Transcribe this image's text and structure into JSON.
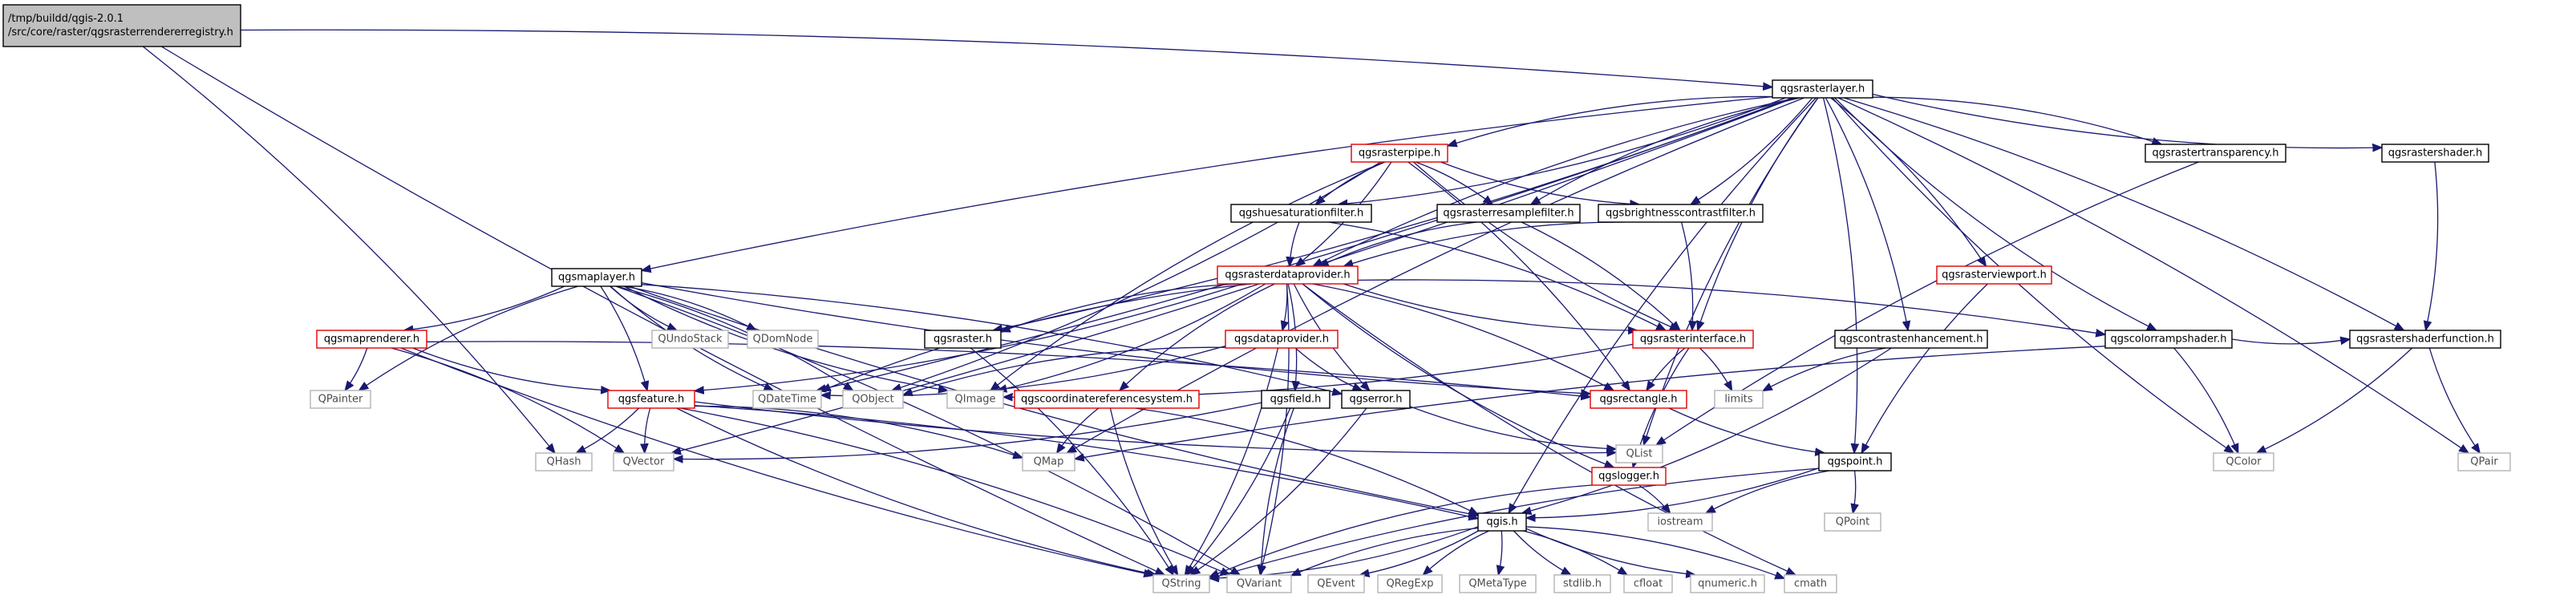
{
  "diagram": {
    "edge_color": "#191970",
    "nodes": [
      {
        "id": "root",
        "lines": [
          "/tmp/buildd/qgis-2.0.1",
          "/src/core/raster/qgsrasterrendererregistry.h"
        ],
        "style": "root"
      },
      {
        "id": "qgsrasterlayer",
        "lines": [
          "qgsrasterlayer.h"
        ],
        "style": "black"
      },
      {
        "id": "qgsrasterpipe",
        "lines": [
          "qgsrasterpipe.h"
        ],
        "style": "red"
      },
      {
        "id": "qgsrastertransparency",
        "lines": [
          "qgsrastertransparency.h"
        ],
        "style": "black"
      },
      {
        "id": "qgsrastershader",
        "lines": [
          "qgsrastershader.h"
        ],
        "style": "black"
      },
      {
        "id": "qgshuesaturationfilter",
        "lines": [
          "qgshuesaturationfilter.h"
        ],
        "style": "black"
      },
      {
        "id": "qgsrasterresamplefilter",
        "lines": [
          "qgsrasterresamplefilter.h"
        ],
        "style": "black"
      },
      {
        "id": "qgsbrightnesscontrastfilter",
        "lines": [
          "qgsbrightnesscontrastfilter.h"
        ],
        "style": "black"
      },
      {
        "id": "qgsrasterdataprovider",
        "lines": [
          "qgsrasterdataprovider.h"
        ],
        "style": "red"
      },
      {
        "id": "qgsrasterviewport",
        "lines": [
          "qgsrasterviewport.h"
        ],
        "style": "red"
      },
      {
        "id": "qgsmaplayer",
        "lines": [
          "qgsmaplayer.h"
        ],
        "style": "black"
      },
      {
        "id": "qgsmaprenderer",
        "lines": [
          "qgsmaprenderer.h"
        ],
        "style": "red"
      },
      {
        "id": "qgsraster",
        "lines": [
          "qgsraster.h"
        ],
        "style": "black"
      },
      {
        "id": "qgsdataprovider",
        "lines": [
          "qgsdataprovider.h"
        ],
        "style": "red"
      },
      {
        "id": "qgsrasterinterface",
        "lines": [
          "qgsrasterinterface.h"
        ],
        "style": "red"
      },
      {
        "id": "qgscontrastenhancement",
        "lines": [
          "qgscontrastenhancement.h"
        ],
        "style": "black"
      },
      {
        "id": "qgscolorrampshader",
        "lines": [
          "qgscolorrampshader.h"
        ],
        "style": "black"
      },
      {
        "id": "qgsrastershaderfunction",
        "lines": [
          "qgsrastershaderfunction.h"
        ],
        "style": "black"
      },
      {
        "id": "QUndoStack",
        "lines": [
          "QUndoStack"
        ],
        "style": "gray"
      },
      {
        "id": "QDomNode",
        "lines": [
          "QDomNode"
        ],
        "style": "gray"
      },
      {
        "id": "QPainter",
        "lines": [
          "QPainter"
        ],
        "style": "gray"
      },
      {
        "id": "qgsfeature",
        "lines": [
          "qgsfeature.h"
        ],
        "style": "red"
      },
      {
        "id": "QDateTime",
        "lines": [
          "QDateTime"
        ],
        "style": "gray"
      },
      {
        "id": "QObject",
        "lines": [
          "QObject"
        ],
        "style": "gray"
      },
      {
        "id": "QImage",
        "lines": [
          "QImage"
        ],
        "style": "gray"
      },
      {
        "id": "qgscoordinatereferencesystem",
        "lines": [
          "qgscoordinatereferencesystem.h"
        ],
        "style": "red"
      },
      {
        "id": "qgsfield",
        "lines": [
          "qgsfield.h"
        ],
        "style": "black"
      },
      {
        "id": "qgserror",
        "lines": [
          "qgserror.h"
        ],
        "style": "black"
      },
      {
        "id": "qgsrectangle",
        "lines": [
          "qgsrectangle.h"
        ],
        "style": "red"
      },
      {
        "id": "limits",
        "lines": [
          "limits"
        ],
        "style": "gray"
      },
      {
        "id": "QHash",
        "lines": [
          "QHash"
        ],
        "style": "gray"
      },
      {
        "id": "QVector",
        "lines": [
          "QVector"
        ],
        "style": "gray"
      },
      {
        "id": "QMap",
        "lines": [
          "QMap"
        ],
        "style": "gray"
      },
      {
        "id": "QList",
        "lines": [
          "QList"
        ],
        "style": "gray"
      },
      {
        "id": "qgslogger",
        "lines": [
          "qgslogger.h"
        ],
        "style": "red"
      },
      {
        "id": "qgspoint",
        "lines": [
          "qgspoint.h"
        ],
        "style": "black"
      },
      {
        "id": "QColor",
        "lines": [
          "QColor"
        ],
        "style": "gray"
      },
      {
        "id": "QPair",
        "lines": [
          "QPair"
        ],
        "style": "gray"
      },
      {
        "id": "iostream",
        "lines": [
          "iostream"
        ],
        "style": "gray"
      },
      {
        "id": "QPoint",
        "lines": [
          "QPoint"
        ],
        "style": "gray"
      },
      {
        "id": "qgis",
        "lines": [
          "qgis.h"
        ],
        "style": "black"
      },
      {
        "id": "QString",
        "lines": [
          "QString"
        ],
        "style": "gray"
      },
      {
        "id": "QVariant",
        "lines": [
          "QVariant"
        ],
        "style": "gray"
      },
      {
        "id": "QEvent",
        "lines": [
          "QEvent"
        ],
        "style": "gray"
      },
      {
        "id": "QRegExp",
        "lines": [
          "QRegExp"
        ],
        "style": "gray"
      },
      {
        "id": "QMetaType",
        "lines": [
          "QMetaType"
        ],
        "style": "gray"
      },
      {
        "id": "stdlib",
        "lines": [
          "stdlib.h"
        ],
        "style": "gray"
      },
      {
        "id": "cfloat",
        "lines": [
          "cfloat"
        ],
        "style": "gray"
      },
      {
        "id": "qnumeric",
        "lines": [
          "qnumeric.h"
        ],
        "style": "gray"
      },
      {
        "id": "cmath",
        "lines": [
          "cmath"
        ],
        "style": "gray"
      }
    ],
    "edges": [
      [
        "root",
        "qgsrasterlayer"
      ],
      [
        "root",
        "QString"
      ],
      [
        "root",
        "QHash"
      ],
      [
        "qgsrasterlayer",
        "qgsrasterpipe"
      ],
      [
        "qgsrasterlayer",
        "qgsrastertransparency"
      ],
      [
        "qgsrasterlayer",
        "qgsrastershader"
      ],
      [
        "qgsrasterlayer",
        "qgshuesaturationfilter"
      ],
      [
        "qgsrasterlayer",
        "qgsrasterresamplefilter"
      ],
      [
        "qgsrasterlayer",
        "qgsbrightnesscontrastfilter"
      ],
      [
        "qgsrasterlayer",
        "qgsrasterdataprovider"
      ],
      [
        "qgsrasterlayer",
        "qgsrasterviewport"
      ],
      [
        "qgsrasterlayer",
        "qgsmaplayer"
      ],
      [
        "qgsrasterlayer",
        "qgsraster"
      ],
      [
        "qgsrasterlayer",
        "qgsrasterinterface"
      ],
      [
        "qgsrasterlayer",
        "qgscontrastenhancement"
      ],
      [
        "qgsrasterlayer",
        "qgscolorrampshader"
      ],
      [
        "qgsrasterlayer",
        "qgsrastershaderfunction"
      ],
      [
        "qgsrasterlayer",
        "QColor"
      ],
      [
        "qgsrasterlayer",
        "QPair"
      ],
      [
        "qgsrasterlayer",
        "QList"
      ],
      [
        "qgsrasterlayer",
        "qgspoint"
      ],
      [
        "qgsrasterlayer",
        "qgis"
      ],
      [
        "qgsrasterlayer",
        "QDateTime"
      ],
      [
        "qgsrasterlayer",
        "QMap"
      ],
      [
        "qgsrasterlayer",
        "QVector"
      ],
      [
        "qgsrasterpipe",
        "qgshuesaturationfilter"
      ],
      [
        "qgsrasterpipe",
        "qgsrasterresamplefilter"
      ],
      [
        "qgsrasterpipe",
        "qgsbrightnesscontrastfilter"
      ],
      [
        "qgsrasterpipe",
        "qgsrasterdataprovider"
      ],
      [
        "qgsrasterpipe",
        "qgsrasterinterface"
      ],
      [
        "qgsrasterpipe",
        "qgsrectangle"
      ],
      [
        "qgsrasterpipe",
        "QImage"
      ],
      [
        "qgsrasterpipe",
        "QObject"
      ],
      [
        "qgsrastertransparency",
        "QList"
      ],
      [
        "qgsrastershader",
        "qgsrastershaderfunction"
      ],
      [
        "qgshuesaturationfilter",
        "qgsrasterdataprovider"
      ],
      [
        "qgshuesaturationfilter",
        "qgsrasterinterface"
      ],
      [
        "qgsrasterresamplefilter",
        "qgsrasterdataprovider"
      ],
      [
        "qgsrasterresamplefilter",
        "qgsrasterinterface"
      ],
      [
        "qgsbrightnesscontrastfilter",
        "qgsrasterdataprovider"
      ],
      [
        "qgsbrightnesscontrastfilter",
        "qgsrasterinterface"
      ],
      [
        "qgsrasterdataprovider",
        "qgsraster"
      ],
      [
        "qgsrasterdataprovider",
        "qgsdataprovider"
      ],
      [
        "qgsrasterdataprovider",
        "qgsrasterinterface"
      ],
      [
        "qgsrasterdataprovider",
        "qgscolorrampshader"
      ],
      [
        "qgsrasterdataprovider",
        "qgscoordinatereferencesystem"
      ],
      [
        "qgsrasterdataprovider",
        "qgsfield"
      ],
      [
        "qgsrasterdataprovider",
        "qgserror"
      ],
      [
        "qgsrasterdataprovider",
        "qgsrectangle"
      ],
      [
        "qgsrasterdataprovider",
        "qgslogger"
      ],
      [
        "qgsrasterdataprovider",
        "QImage"
      ],
      [
        "qgsrasterdataprovider",
        "QDateTime"
      ],
      [
        "qgsrasterdataprovider",
        "QVariant"
      ],
      [
        "qgsrasterdataprovider",
        "cmath"
      ],
      [
        "qgsrasterdataprovider",
        "qgsfeature"
      ],
      [
        "qgsrasterviewport",
        "qgspoint"
      ],
      [
        "qgsmaplayer",
        "qgsmaprenderer"
      ],
      [
        "qgsmaplayer",
        "QUndoStack"
      ],
      [
        "qgsmaplayer",
        "QDomNode"
      ],
      [
        "qgsmaplayer",
        "QPainter"
      ],
      [
        "qgsmaplayer",
        "qgsfeature"
      ],
      [
        "qgsmaplayer",
        "QDateTime"
      ],
      [
        "qgsmaplayer",
        "QObject"
      ],
      [
        "qgsmaplayer",
        "QImage"
      ],
      [
        "qgsmaplayer",
        "qgserror"
      ],
      [
        "qgsmaplayer",
        "qgsrectangle"
      ],
      [
        "qgsmaplayer",
        "QVariant"
      ],
      [
        "qgsmaplayer",
        "qgis"
      ],
      [
        "qgsmaprenderer",
        "QPainter"
      ],
      [
        "qgsmaprenderer",
        "qgsfeature"
      ],
      [
        "qgsmaprenderer",
        "QVector"
      ],
      [
        "qgsmaprenderer",
        "QMutex"
      ],
      [
        "qgsmaprenderer",
        "qgsrectangle"
      ],
      [
        "qgsmaprenderer",
        "QString"
      ],
      [
        "qgsraster",
        "QString"
      ],
      [
        "qgsdataprovider",
        "QObject"
      ],
      [
        "qgsdataprovider",
        "QDateTime"
      ],
      [
        "qgsdataprovider",
        "qgserror"
      ],
      [
        "qgsdataprovider",
        "QString"
      ],
      [
        "qgsrasterinterface",
        "qgsrectangle"
      ],
      [
        "qgsrasterinterface",
        "limits"
      ],
      [
        "qgsrasterinterface",
        "qgslogger"
      ],
      [
        "qgsrasterinterface",
        "QImage"
      ],
      [
        "qgscontrastenhancement",
        "limits"
      ],
      [
        "qgscontrastenhancement",
        "qgis"
      ],
      [
        "qgscolorrampshader",
        "qgsrastershaderfunction"
      ],
      [
        "qgscolorrampshader",
        "QColor"
      ],
      [
        "qgscolorrampshader",
        "QMap"
      ],
      [
        "qgsrastershaderfunction",
        "QColor"
      ],
      [
        "qgsrastershaderfunction",
        "QPair"
      ],
      [
        "qgsfeature",
        "QHash"
      ],
      [
        "qgsfeature",
        "QVector"
      ],
      [
        "qgsfeature",
        "QMap"
      ],
      [
        "qgsfeature",
        "QList"
      ],
      [
        "qgsfeature",
        "qgis"
      ],
      [
        "qgsfeature",
        "QString"
      ],
      [
        "qgsfeature",
        "QVariant"
      ],
      [
        "qgscoordinatereferencesystem",
        "QMap"
      ],
      [
        "qgscoordinatereferencesystem",
        "qgis"
      ],
      [
        "qgscoordinatereferencesystem",
        "QString"
      ],
      [
        "qgsfield",
        "QString"
      ],
      [
        "qgsfield",
        "QVariant"
      ],
      [
        "qgsfield",
        "QVector"
      ],
      [
        "qgserror",
        "QList"
      ],
      [
        "qgserror",
        "QString"
      ],
      [
        "qgsrectangle",
        "qgspoint"
      ],
      [
        "qgslogger",
        "iostream"
      ],
      [
        "qgslogger",
        "QString"
      ],
      [
        "qgspoint",
        "QPoint"
      ],
      [
        "qgspoint",
        "iostream"
      ],
      [
        "qgspoint",
        "qgis"
      ],
      [
        "qgspoint",
        "QString"
      ],
      [
        "qgis",
        "QString"
      ],
      [
        "qgis",
        "QVariant"
      ],
      [
        "qgis",
        "QEvent"
      ],
      [
        "qgis",
        "QRegExp"
      ],
      [
        "qgis",
        "QMetaType"
      ],
      [
        "qgis",
        "stdlib"
      ],
      [
        "qgis",
        "cfloat"
      ],
      [
        "qgis",
        "qnumeric"
      ],
      [
        "qgis",
        "cmath"
      ]
    ]
  }
}
